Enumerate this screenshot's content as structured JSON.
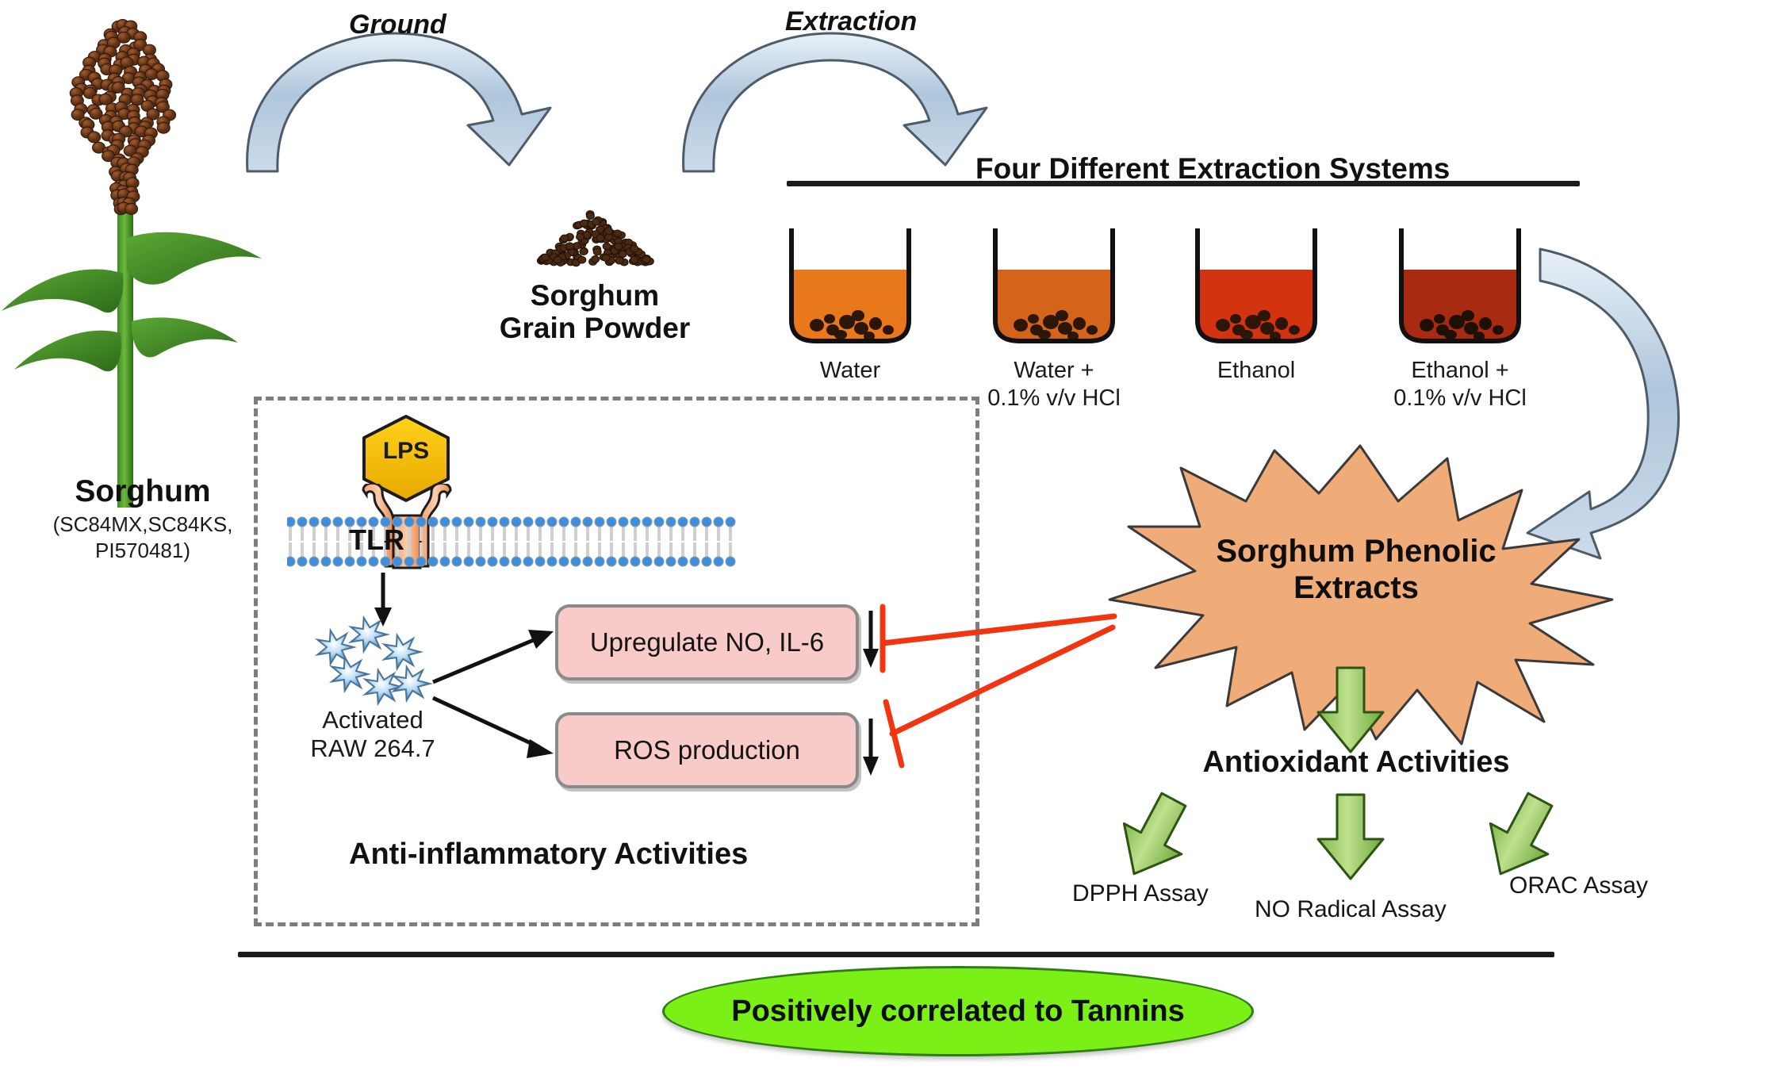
{
  "figure": {
    "title": "Sorghum phenolic extracts graphical abstract"
  },
  "source": {
    "name": "Sorghum",
    "genotypes": "(SC84MX,SC84KS, PI570481)"
  },
  "process_arrows": {
    "ground": "Ground",
    "extraction": "Extraction"
  },
  "powder": {
    "line1": "Sorghum",
    "line2": "Grain Powder"
  },
  "extraction": {
    "heading": "Four Different Extraction Systems",
    "beakers": [
      {
        "label": "Water",
        "label2": "",
        "liquid": "#E8781A"
      },
      {
        "label": "Water +",
        "label2": "0.1% v/v HCl",
        "liquid": "#D4641A"
      },
      {
        "label": "Ethanol",
        "label2": "",
        "liquid": "#D3340F"
      },
      {
        "label": "Ethanol +",
        "label2": "0.1% v/v HCl",
        "liquid": "#A82A11"
      }
    ]
  },
  "extracts": {
    "line1": "Sorghum Phenolic",
    "line2": "Extracts",
    "burst_color": "#F0AC78"
  },
  "antiinflammatory": {
    "panel_title": "Anti-inflammatory Activities",
    "ligand": "LPS",
    "receptor": "TLR",
    "cells_line1": "Activated",
    "cells_line2": "RAW 264.7",
    "effects": [
      {
        "label": "Upregulate  NO, IL-6",
        "direction": "down-arrow"
      },
      {
        "label": "ROS production",
        "direction": "down-arrow"
      }
    ],
    "inhibition_color": "#F03510"
  },
  "antioxidant": {
    "title": "Antioxidant Activities",
    "assays": [
      {
        "label": "DPPH Assay"
      },
      {
        "label": "NO Radical Assay"
      },
      {
        "label": "ORAC Assay"
      }
    ],
    "arrow_color": "#8EC456"
  },
  "conclusion": {
    "text": "Positively correlated to Tannins",
    "fill": "#7BF017"
  }
}
